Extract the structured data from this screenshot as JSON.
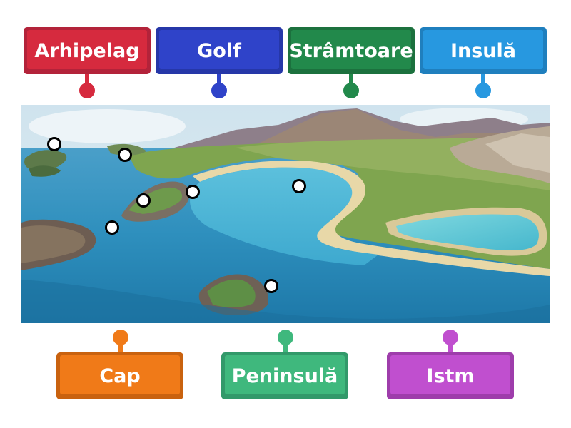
{
  "labels": {
    "arhipelag": "Arhipelag",
    "golf": "Golf",
    "stramtoare": "Strâmtoare",
    "insula": "Insulă",
    "cap": "Cap",
    "peninsula": "Peninsulă",
    "istm": "Istm"
  },
  "colors": {
    "red": "#d62a3e",
    "blue": "#2f43c9",
    "green": "#22894b",
    "lightblue": "#2798e0",
    "orange": "#f07a18",
    "teal": "#3fb87d",
    "purple": "#c04fcf"
  }
}
